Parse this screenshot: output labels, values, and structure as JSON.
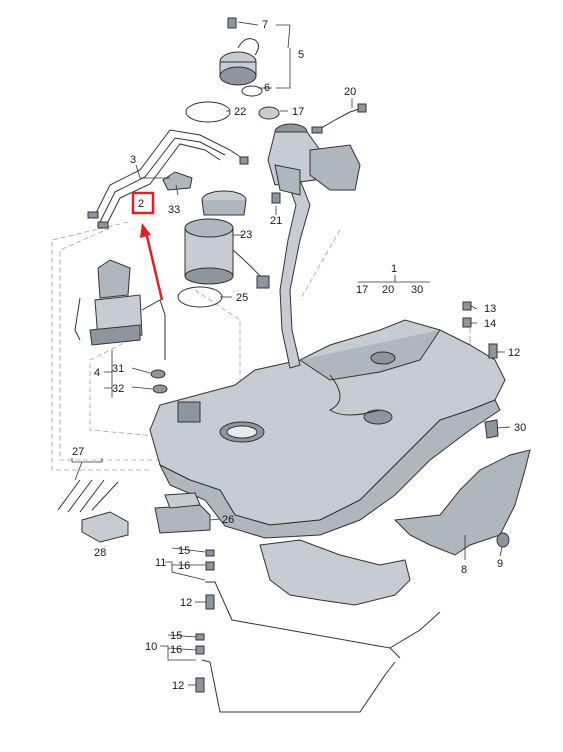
{
  "colors": {
    "part_fill": "#c6ccd2",
    "part_fill_dark": "#8d969f",
    "highlight": "#e31e24",
    "ink": "#1a1a1a"
  },
  "callouts": {
    "c1": "1",
    "c2": "2",
    "c3": "3",
    "c4": "4",
    "c5": "5",
    "c6": "6",
    "c7": "7",
    "c8": "8",
    "c9": "9",
    "c10": "10",
    "c11": "11",
    "c12a": "12",
    "c12b": "12",
    "c12c": "12",
    "c13": "13",
    "c14": "14",
    "c15a": "15",
    "c15b": "15",
    "c16a": "16",
    "c16b": "16",
    "c17a": "17",
    "c17b": "17",
    "c20a": "20",
    "c20b": "20",
    "c21": "21",
    "c22": "22",
    "c23": "23",
    "c25": "25",
    "c26": "26",
    "c27": "27",
    "c28": "28",
    "c30a": "30",
    "c30b": "30",
    "c31": "31",
    "c32": "32",
    "c33": "33"
  },
  "highlighted_callout": "2"
}
